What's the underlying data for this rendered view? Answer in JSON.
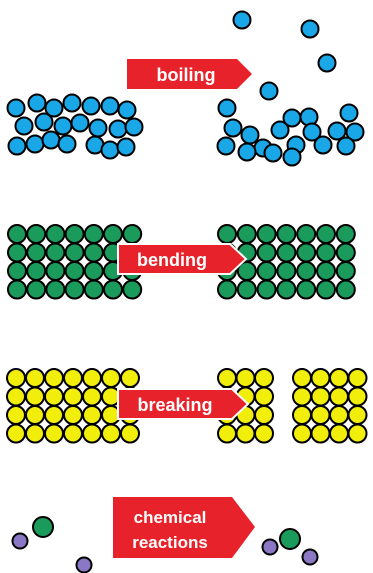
{
  "colors": {
    "boiling": "#19a7e8",
    "bending": "#1a9b5c",
    "breaking": "#f2ee0b",
    "reaction_green": "#1a9b5c",
    "reaction_purple": "#8a78c4",
    "arrow": "#e8222a",
    "outline": "#000000"
  },
  "panels": [
    {
      "id": "boiling",
      "label": "boiling"
    },
    {
      "id": "bending",
      "label": "bending"
    },
    {
      "id": "breaking",
      "label": "breaking"
    },
    {
      "id": "chemical-reactions",
      "label_lines": [
        "chemical",
        "reactions"
      ]
    }
  ]
}
